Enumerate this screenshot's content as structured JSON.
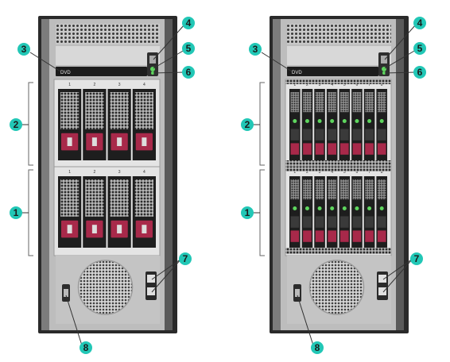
{
  "colors": {
    "callout_fill": "#22c7b6",
    "chassis": "#2a2a2a",
    "bezel": "#bdbdbd",
    "drive_handle": "#a8294a",
    "led_green": "#5ed65e"
  },
  "servers": [
    {
      "drive_config": "LFF",
      "drive_columns": 4,
      "cages": 2,
      "optical_label": "DVD",
      "cage_bay_numbers": [
        "1",
        "2",
        "3",
        "4"
      ],
      "callouts": {
        "n1": "1",
        "n2": "2",
        "n3": "3",
        "n4": "4",
        "n5": "5",
        "n6": "6",
        "n7": "7",
        "n8": "8"
      }
    },
    {
      "drive_config": "SFF",
      "drive_columns": 8,
      "cages": 2,
      "optical_label": "DVD",
      "cage_bay_numbers": [
        "1",
        "2",
        "3",
        "4",
        "5",
        "6",
        "7",
        "8"
      ],
      "callouts": {
        "n1": "1",
        "n2": "2",
        "n3": "3",
        "n4": "4",
        "n5": "5",
        "n6": "6",
        "n7": "7",
        "n8": "8"
      }
    }
  ]
}
